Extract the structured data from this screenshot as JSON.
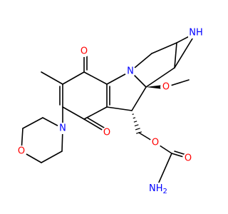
{
  "molecule": {
    "colors": {
      "carbon_bond": "#000000",
      "oxygen": "#ff0000",
      "nitrogen": "#0000ff",
      "background": "#ffffff"
    },
    "atom_labels": {
      "o_quinone_top": "O",
      "o_quinone_bottom": "O",
      "n_pyrrolidine": "N",
      "nh_aziridine": "NH",
      "o_methoxy": "O",
      "o_ester": "O",
      "o_carbonyl": "O",
      "nh2": "NH",
      "nh2_subscript": "2",
      "n_morpholine": "N",
      "o_morpholine": "O"
    }
  }
}
